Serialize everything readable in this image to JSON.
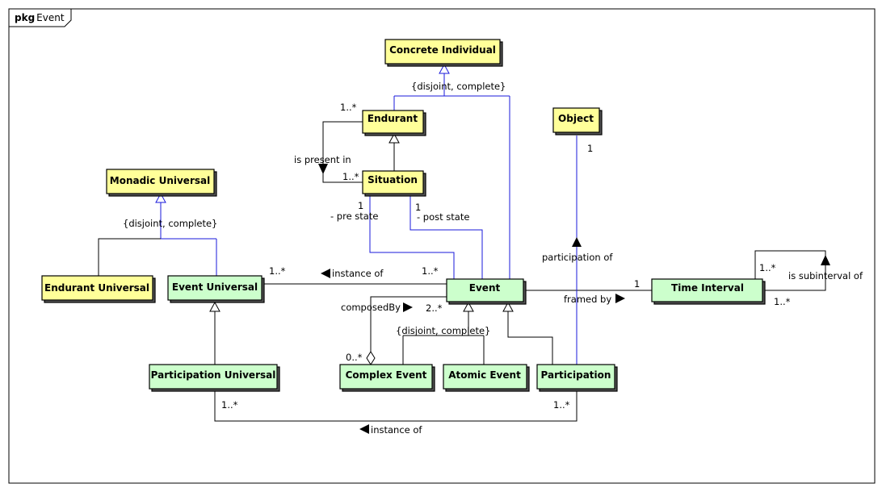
{
  "frame": {
    "keyword": "pkg",
    "name": "Event"
  },
  "colors": {
    "concrete": "#ffff99",
    "event": "#ccffcc",
    "generalization": "#1a1adb",
    "line": "#000000"
  },
  "classes": [
    {
      "id": "concrete-individual",
      "label": "Concrete Individual",
      "kind": "concrete"
    },
    {
      "id": "endurant",
      "label": "Endurant",
      "kind": "concrete"
    },
    {
      "id": "situation",
      "label": "Situation",
      "kind": "concrete"
    },
    {
      "id": "object",
      "label": "Object",
      "kind": "concrete"
    },
    {
      "id": "monadic-universal",
      "label": "Monadic Universal",
      "kind": "concrete"
    },
    {
      "id": "endurant-universal",
      "label": "Endurant Universal",
      "kind": "concrete"
    },
    {
      "id": "event-universal",
      "label": "Event Universal",
      "kind": "event"
    },
    {
      "id": "event",
      "label": "Event",
      "kind": "event"
    },
    {
      "id": "time-interval",
      "label": "Time Interval",
      "kind": "event"
    },
    {
      "id": "participation-universal",
      "label": "Participation Universal",
      "kind": "event"
    },
    {
      "id": "complex-event",
      "label": "Complex Event",
      "kind": "event"
    },
    {
      "id": "atomic-event",
      "label": "Atomic Event",
      "kind": "event"
    },
    {
      "id": "participation",
      "label": "Participation",
      "kind": "event"
    }
  ],
  "constraints": {
    "concrete_individual": "{disjoint, complete}",
    "monadic_universal": "{disjoint, complete}",
    "event": "{disjoint, complete}"
  },
  "associations": {
    "is_present_in": {
      "name": "is present in",
      "mult_endurant": "1..*",
      "mult_situation": "1..*"
    },
    "pre_state": {
      "role": "- pre state",
      "mult": "1"
    },
    "post_state": {
      "role": "- post state",
      "mult": "1"
    },
    "instance_of_event": {
      "name": "instance of",
      "mult_universal": "1..*",
      "mult_event": "1..*"
    },
    "composed_by": {
      "name": "composedBy",
      "mult_whole": "0..*",
      "mult_part": "2..*"
    },
    "participation_of": {
      "name": "participation of",
      "mult_object": "1"
    },
    "framed_by": {
      "name": "framed by",
      "mult": "1"
    },
    "subinterval": {
      "name": "is subinterval of",
      "mult_a": "1..*",
      "mult_b": "1..*"
    },
    "instance_of_participation": {
      "name": "instance of",
      "mult_left": "1..*",
      "mult_right": "1..*"
    }
  }
}
